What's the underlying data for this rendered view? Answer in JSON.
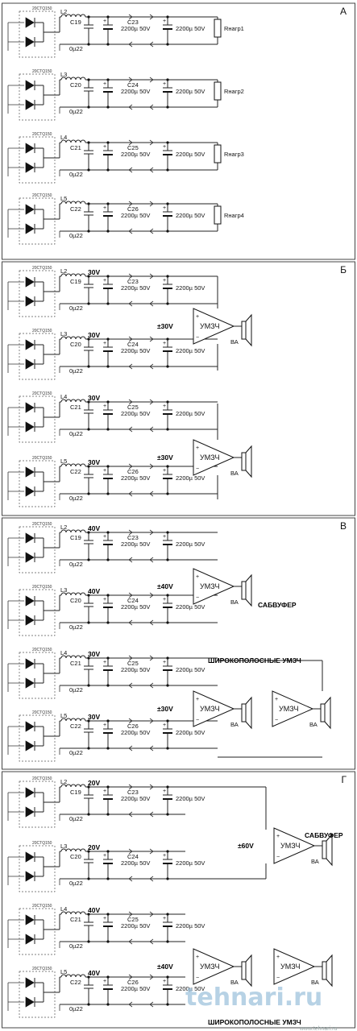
{
  "diagram": {
    "diode_module": "20CTQ150",
    "cap_small": "0µ22",
    "cap_big": "2200µ 50V",
    "cap_big_short": "2200µ",
    "cap_big_volt": "50V",
    "amp_label": "УМЗЧ",
    "speaker_label": "ВА",
    "sections": [
      {
        "letter": "А",
        "channels": [
          {
            "inductor": "L2",
            "c_small": "C19",
            "c_big": "C23",
            "load": "Rнагр1"
          },
          {
            "inductor": "L3",
            "c_small": "C20",
            "c_big": "C24",
            "load": "Rнагр2"
          },
          {
            "inductor": "L4",
            "c_small": "C21",
            "c_big": "C25",
            "load": "Rнагр3"
          },
          {
            "inductor": "L5",
            "c_small": "C22",
            "c_big": "C26",
            "load": "Rнагр4"
          }
        ]
      },
      {
        "letter": "Б",
        "channels": [
          {
            "inductor": "L2",
            "voltage": "30V",
            "c_small": "C19",
            "c_big": "C23"
          },
          {
            "inductor": "L3",
            "voltage": "30V",
            "c_small": "C20",
            "c_big": "C24"
          },
          {
            "inductor": "L4",
            "voltage": "30V",
            "c_small": "C21",
            "c_big": "C25"
          },
          {
            "inductor": "L5",
            "voltage": "30V",
            "c_small": "C22",
            "c_big": "C26"
          }
        ],
        "supplies": [
          "±30V",
          "±30V"
        ]
      },
      {
        "letter": "В",
        "channels": [
          {
            "inductor": "L2",
            "voltage": "40V",
            "c_small": "C19",
            "c_big": "C23"
          },
          {
            "inductor": "L3",
            "voltage": "40V",
            "c_small": "C20",
            "c_big": "C24"
          },
          {
            "inductor": "L4",
            "voltage": "30V",
            "c_small": "C21",
            "c_big": "C25"
          },
          {
            "inductor": "L5",
            "voltage": "30V",
            "c_small": "C22",
            "c_big": "C26"
          }
        ],
        "supplies": [
          "±40V",
          "±30V"
        ],
        "labels": [
          "САБВУФЕР",
          "ШИРОКОПОЛОСНЫЕ УМЗЧ"
        ]
      },
      {
        "letter": "Г",
        "channels": [
          {
            "inductor": "L2",
            "voltage": "20V",
            "c_small": "C19",
            "c_big": "C23"
          },
          {
            "inductor": "L3",
            "voltage": "20V",
            "c_small": "C20",
            "c_big": "C24"
          },
          {
            "inductor": "L4",
            "voltage": "40V",
            "c_small": "C21",
            "c_big": "C25"
          },
          {
            "inductor": "L5",
            "voltage": "40V",
            "c_small": "C22",
            "c_big": "C26"
          }
        ],
        "supplies": [
          "±60V",
          "±40V"
        ],
        "labels": [
          "САБВУФЕР",
          "ШИРОКОПОЛОСНЫЕ УМЗЧ"
        ]
      }
    ],
    "watermark": "tehnari.ru",
    "watermark_small": "www.tehnari.ru"
  }
}
